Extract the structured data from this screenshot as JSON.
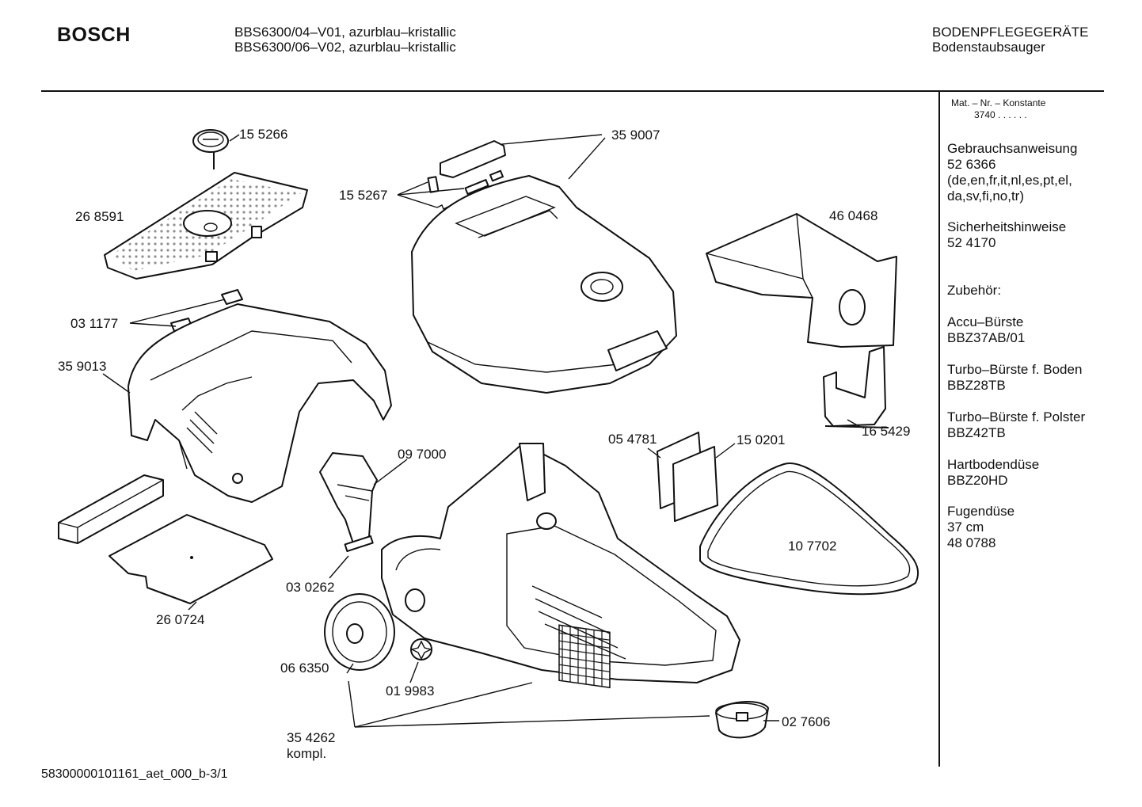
{
  "header": {
    "brand": "BOSCH",
    "models": [
      "BBS6300/04–V01, azurblau–kristallic",
      "BBS6300/06–V02, azurblau–kristallic"
    ],
    "category": "BODENPFLEGEGERÄTE",
    "subcategory": "Bodenstaubsauger"
  },
  "sidebar": {
    "constant_label": "Mat. – Nr. – Konstante",
    "constant_value": "3740 . .  . . . .",
    "sections": [
      {
        "lines": [
          "Gebrauchsanweisung",
          "52 6366",
          "(de,en,fr,it,nl,es,pt,el,",
          "da,sv,fi,no,tr)"
        ]
      },
      {
        "lines": [
          "Sicherheitshinweise",
          "52 4170"
        ]
      },
      {
        "lines": [
          "Zubehör:"
        ]
      },
      {
        "lines": [
          "Accu–Bürste",
          "BBZ37AB/01"
        ]
      },
      {
        "lines": [
          "Turbo–Bürste f. Boden",
          "BBZ28TB"
        ]
      },
      {
        "lines": [
          "Turbo–Bürste f. Polster",
          "BBZ42TB"
        ]
      },
      {
        "lines": [
          "Hartbodendüse",
          "BBZ20HD"
        ]
      },
      {
        "lines": [
          "Fugendüse",
          "37 cm",
          "48 0788"
        ]
      }
    ]
  },
  "parts": [
    {
      "number": "15 5266"
    },
    {
      "number": "35 9007"
    },
    {
      "number": "26 8591"
    },
    {
      "number": "15 5267"
    },
    {
      "number": "46 0468"
    },
    {
      "number": "03 1177"
    },
    {
      "number": "35 9013"
    },
    {
      "number": "16 5429"
    },
    {
      "number": "05 4781"
    },
    {
      "number": "15 0201"
    },
    {
      "number": "09 7000"
    },
    {
      "number": "10 7702"
    },
    {
      "number": "03 0262"
    },
    {
      "number": "26 0724"
    },
    {
      "number": "06 6350"
    },
    {
      "number": "01 9983"
    },
    {
      "number": "02 7606"
    },
    {
      "number": "35 4262",
      "note": "kompl."
    }
  ],
  "footer": {
    "document_id": "58300000101161_aet_000_b-3/1"
  }
}
